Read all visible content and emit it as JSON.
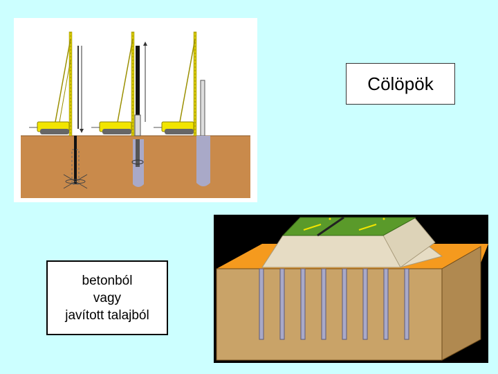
{
  "title": "Cölöpök",
  "caption": {
    "line1": "betonból",
    "line2": "vagy",
    "line3": "javított talajból"
  },
  "colors": {
    "background": "#ccffff",
    "soil": "#c98a4b",
    "rig_yellow": "#f2e500",
    "pile_grey": "#a9a9c8",
    "embankment": "#e6dcc4",
    "grass": "#5a9a2a",
    "orange_ground": "#f59a1e"
  }
}
